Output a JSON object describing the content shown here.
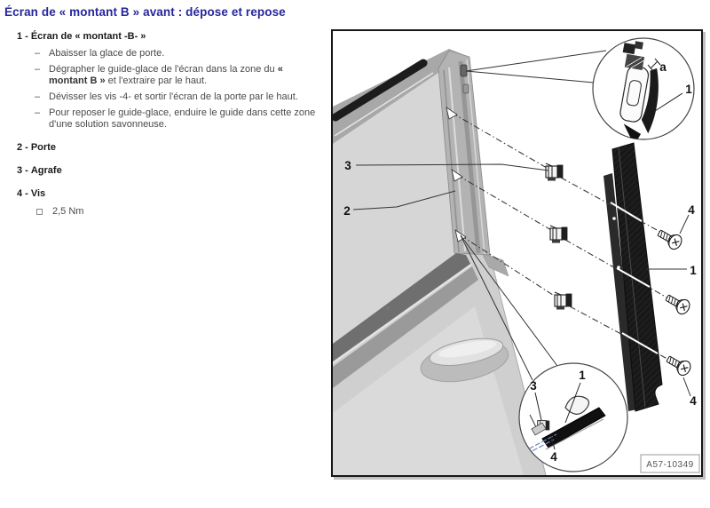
{
  "title": "Écran de « montant B » avant : dépose et repose",
  "ui": {
    "dash": "–"
  },
  "items": [
    {
      "num": "1 -",
      "label": "Écran de « montant -B- »",
      "steps": [
        {
          "pre": "Abaisser la glace de porte.",
          "bold": "",
          "post": ""
        },
        {
          "pre": "Dégrapher le guide-glace de l'écran dans la zone du ",
          "bold": "« montant B »",
          "post": " et l'extraire par le haut."
        },
        {
          "pre": "Dévisser les vis -4- et sortir l'écran de la porte par le haut.",
          "bold": "",
          "post": ""
        },
        {
          "pre": "Pour reposer le guide-glace, enduire le guide dans cette zone d'une solution savonneuse.",
          "bold": "",
          "post": ""
        }
      ]
    },
    {
      "num": "2 -",
      "label": "Porte"
    },
    {
      "num": "3 -",
      "label": "Agrafe"
    },
    {
      "num": "4 -",
      "label": "Vis",
      "torque": "2,5 Nm"
    }
  ],
  "diagram": {
    "ref": "A57-10349",
    "callouts": {
      "clip": "3",
      "door": "2",
      "inset_top_a": "a",
      "inset_top_trim": "1",
      "screw_top": "4",
      "trim": "1",
      "screw_bottom": "4",
      "inset_bottom_clip": "3",
      "inset_bottom_trim": "1",
      "inset_bottom_screw": "4"
    }
  },
  "colors": {
    "title": "#26269b",
    "body_text": "#4a4a4a",
    "heading_text": "#1a1a1a"
  }
}
